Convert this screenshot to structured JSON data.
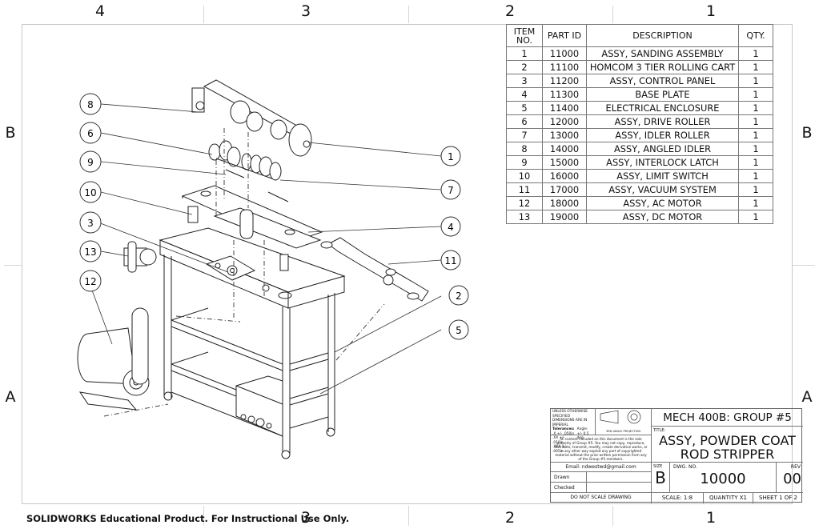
{
  "sheet": {
    "zones_top": [
      "4",
      "3",
      "2",
      "1"
    ],
    "zones_bottom": [
      "3",
      "2",
      "1"
    ],
    "zones_side": [
      "B",
      "A"
    ],
    "watermark": "SOLIDWORKS Educational Product. For Instructional Use Only."
  },
  "bom": {
    "headers": {
      "item": "ITEM NO.",
      "part": "PART ID",
      "desc": "DESCRIPTION",
      "qty": "QTY."
    },
    "rows": [
      {
        "item": "1",
        "part": "11000",
        "desc": "ASSY, SANDING ASSEMBLY",
        "qty": "1"
      },
      {
        "item": "2",
        "part": "11100",
        "desc": "HOMCOM 3 TIER ROLLING CART",
        "qty": "1"
      },
      {
        "item": "3",
        "part": "11200",
        "desc": "ASSY, CONTROL PANEL",
        "qty": "1"
      },
      {
        "item": "4",
        "part": "11300",
        "desc": "BASE PLATE",
        "qty": "1"
      },
      {
        "item": "5",
        "part": "11400",
        "desc": "ELECTRICAL ENCLOSURE",
        "qty": "1"
      },
      {
        "item": "6",
        "part": "12000",
        "desc": "ASSY, DRIVE ROLLER",
        "qty": "1"
      },
      {
        "item": "7",
        "part": "13000",
        "desc": "ASSY, IDLER ROLLER",
        "qty": "1"
      },
      {
        "item": "8",
        "part": "14000",
        "desc": "ASSY, ANGLED IDLER",
        "qty": "1"
      },
      {
        "item": "9",
        "part": "15000",
        "desc": "ASSY, INTERLOCK LATCH",
        "qty": "1"
      },
      {
        "item": "10",
        "part": "16000",
        "desc": "ASSY, LIMIT SWITCH",
        "qty": "1"
      },
      {
        "item": "11",
        "part": "17000",
        "desc": "ASSY, VACUUM SYSTEM",
        "qty": "1"
      },
      {
        "item": "12",
        "part": "18000",
        "desc": "ASSY, AC MOTOR",
        "qty": "1"
      },
      {
        "item": "13",
        "part": "19000",
        "desc": "ASSY, DC MOTOR",
        "qty": "1"
      }
    ]
  },
  "balloons": {
    "left": [
      "8",
      "6",
      "9",
      "10",
      "3",
      "13",
      "12"
    ],
    "right": [
      "1",
      "7",
      "4",
      "11",
      "2",
      "5"
    ]
  },
  "title_block": {
    "notes": {
      "l1": "UNLESS OTHERWISE SPECIFIED",
      "l2": "DIMENSIONS ARE IN IMPERIAL",
      "tol_label": "Tolerances:",
      "tol1": ".X +/- .050in",
      "tol2": ".XX +/- .010in",
      "tol3": ".XXX +/- .005in",
      "angle_label": "Angle:",
      "angle": "+/- 0.5 deg",
      "projection": "3RD ANGLE PROJECTION",
      "copyright": "All content included on this document is the sole property of Group #5. You may not copy, reproduce, distribute, transmit, modify, create derivative works, or in any other way exploit any part of copyrighted material without the prior written permission from any of the Group #5 members.",
      "email": "Email: ndwestwd@gmail.com"
    },
    "company": "MECH 400B: GROUP #5",
    "title_label": "TITLE:",
    "title_l1": "ASSY, POWDER COAT",
    "title_l2": "ROD STRIPPER",
    "drawn_label": "Drawn",
    "checked_label": "Checked",
    "size_label": "SIZE",
    "size": "B",
    "dwg_label": "DWG. NO.",
    "dwg_no": "10000",
    "rev_label": "REV",
    "rev": "00",
    "no_scale": "DO NOT SCALE DRAWING",
    "scale": "SCALE: 1:8",
    "quantity": "QUANTITY X1",
    "sheet": "SHEET 1 OF 2"
  }
}
